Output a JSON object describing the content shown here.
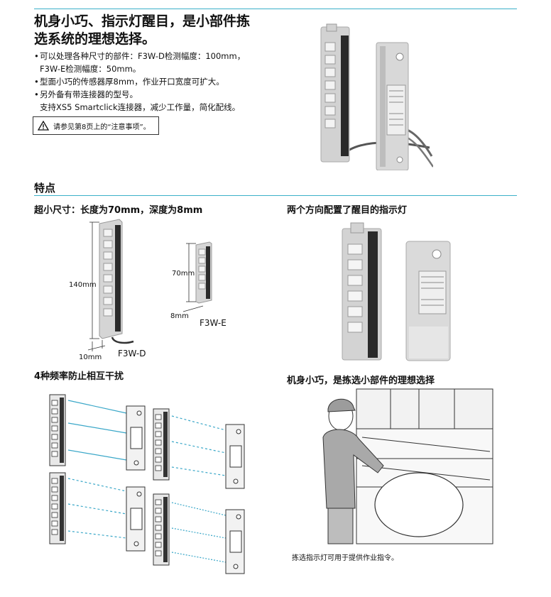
{
  "header": {
    "title_line1": "机身小巧、指示灯醒目，是小部件拣",
    "title_line2": "选系统的理想选择。"
  },
  "bullets": [
    {
      "line1": "可以处理各种尺寸的部件：F3W-D检测幅度：100mm，",
      "line2": "F3W-E检测幅度：50mm。"
    },
    {
      "line1": "型面小巧的传感器厚8mm，作业开口宽度可扩大。",
      "line2": ""
    },
    {
      "line1": "另外备有带连接器的型号。",
      "line2": "支持XS5 Smartclick连接器，减少工作量，简化配线。"
    }
  ],
  "notice": {
    "text": "请参见第8页上的“注意事项”。",
    "icon": "warning-triangle-icon"
  },
  "features": {
    "section_title": "特点",
    "compact": {
      "title": "超小尺寸：长度为70mm，深度为8mm",
      "dim_140": "140mm",
      "dim_10": "10mm",
      "model_d": "F3W-D",
      "dim_70": "70mm",
      "dim_8": "8mm",
      "model_e": "F3W-E"
    },
    "indicator": {
      "title": "两个方向配置了醒目的指示灯"
    },
    "interference": {
      "title": "4种频率防止相互干扰"
    },
    "picking": {
      "title": "机身小巧，是拣选小部件的理想选择",
      "caption": "拣选指示灯可用于提供作业指令。"
    }
  },
  "colors": {
    "accent_line": "#3bb0c9",
    "beam": "#3aa7c8",
    "sensor_body": "#cfcfcf",
    "sensor_dark": "#2a2a2a"
  }
}
